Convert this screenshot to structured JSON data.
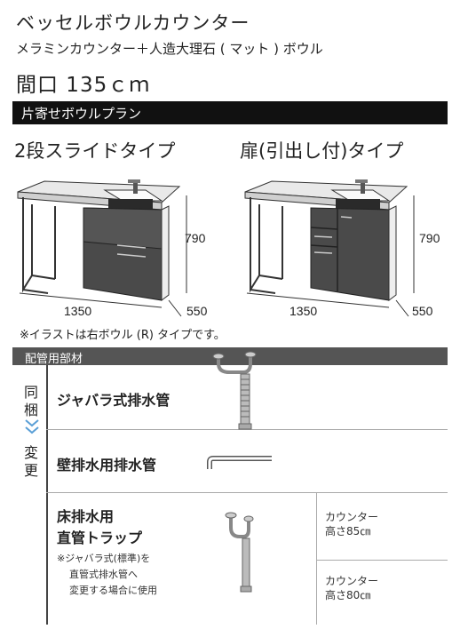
{
  "header": {
    "title": "ベッセルボウルカウンター",
    "subtitle": "メラミンカウンター＋人造大理石 ( マット ) ボウル",
    "width": "間口 135ｃｍ"
  },
  "plan": {
    "label": "片寄せボウルプラン"
  },
  "types": [
    {
      "label": "2段スライドタイプ",
      "width_dim": "1350",
      "height_dim": "790",
      "depth_dim": "550"
    },
    {
      "label": "扉(引出し付)タイプ",
      "width_dim": "1350",
      "height_dim": "790",
      "depth_dim": "550"
    }
  ],
  "note": "※イラストは右ボウル (R) タイプです。",
  "piping": {
    "header": "配管用部材",
    "side_top": [
      "同",
      "梱"
    ],
    "side_bottom": [
      "変",
      "更"
    ],
    "rows": [
      {
        "label": "ジャバラ式排水管"
      },
      {
        "label": "壁排水用排水管"
      },
      {
        "label_lines": [
          "床排水用",
          "直管トラップ"
        ],
        "note_lines": [
          "※ジャバラ式(標準)を",
          "直管式排水管へ",
          "変更する場合に使用"
        ],
        "options": [
          {
            "lines": [
              "カウンター",
              "高さ85㎝"
            ]
          },
          {
            "lines": [
              "カウンター",
              "高さ80㎝"
            ]
          }
        ]
      }
    ]
  }
}
